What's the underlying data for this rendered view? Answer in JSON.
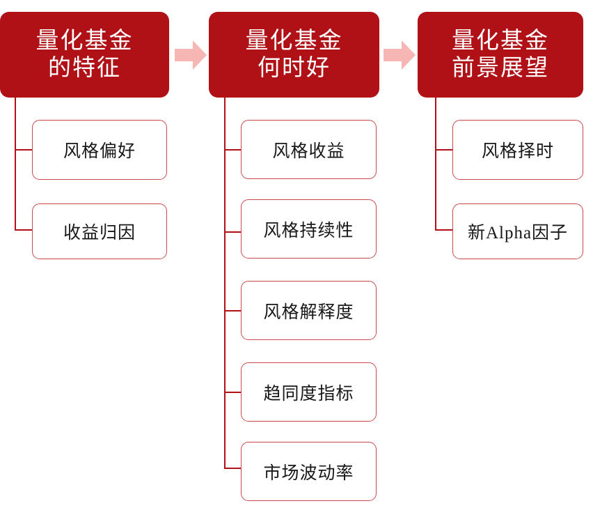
{
  "theme": {
    "header_fill": "#b01116",
    "arrow_fill": "#f6b7b4",
    "line_color": "#b01116",
    "box_border": "#c9494d",
    "box_fill": "#ffffff",
    "header_text": "#ffffff",
    "box_text": "#181818",
    "page_background": "#ffffff"
  },
  "diagram": {
    "type": "hierarchy-flow",
    "columns": [
      {
        "id": "column-1",
        "header": {
          "lines": [
            "量化基金",
            "的特征"
          ],
          "text": "量化基金的特征"
        },
        "children": [
          {
            "label": "风格偏好"
          },
          {
            "label": "收益归因"
          }
        ]
      },
      {
        "id": "column-2",
        "header": {
          "lines": [
            "量化基金",
            "何时好"
          ],
          "text": "量化基金何时好"
        },
        "children": [
          {
            "label": "风格收益"
          },
          {
            "label": "风格持续性"
          },
          {
            "label": "风格解释度"
          },
          {
            "label": "趋同度指标"
          },
          {
            "label": "市场波动率"
          }
        ]
      },
      {
        "id": "column-3",
        "header": {
          "lines": [
            "量化基金",
            "前景展望"
          ],
          "text": "量化基金前景展望"
        },
        "children": [
          {
            "label": "风格择时"
          },
          {
            "label": "新Alpha因子"
          }
        ]
      }
    ],
    "arrows": [
      {
        "id": "arrow-1-to-2",
        "icon": "arrow-right-icon",
        "from": "column-1",
        "to": "column-2"
      },
      {
        "id": "arrow-2-to-3",
        "icon": "arrow-right-icon",
        "from": "column-2",
        "to": "column-3"
      }
    ]
  }
}
